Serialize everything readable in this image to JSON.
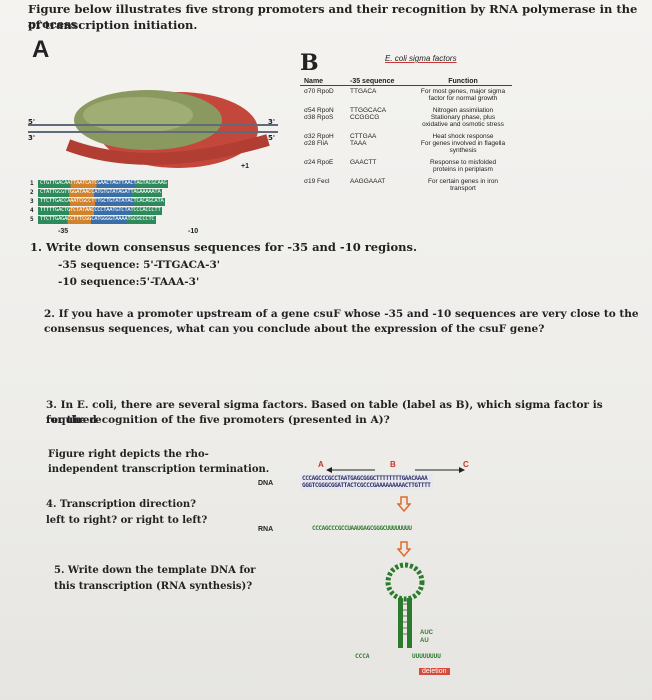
{
  "intro": {
    "line1": "Figure below illustrates five strong promoters and their recognition by RNA polymerase in the process",
    "line2": "of transcription initiation."
  },
  "panel_a": {
    "label": "A",
    "plus1": "+1",
    "ticks": [
      "-35",
      "-10"
    ],
    "promoters": [
      {
        "num": "1",
        "seq": "CTGTTGACAATTAATCATCGAACTAGTTAACTAGTACGCAAG"
      },
      {
        "num": "2",
        "seq": "CTATTGCGTTGGATAACCATGTGTATAGATTAGAAAAATA"
      },
      {
        "num": "3",
        "seq": "TTCTTGACCAAATCGCCTTTGCTGTATATACTCACAGCATA"
      },
      {
        "num": "4",
        "seq": "TTTTTGACTGTCTATAACCCCTAATGTCTATCCCACCCTT"
      },
      {
        "num": "5",
        "seq": "TTCTTGAGACCTTTCGGCATGGGGTAAAATGCGCCCTC"
      }
    ],
    "strand_5": "5'",
    "strand_3": "3'"
  },
  "panel_b": {
    "label": "B",
    "title": "E. coli sigma factors",
    "headers": [
      "Name",
      "-35 sequence",
      "Function"
    ],
    "rows": [
      {
        "name": "σ70 RpoD",
        "seq": "TTGACA",
        "func1": "For most genes, major sigma",
        "func2": "factor for normal growth"
      },
      {
        "name": "σ54 RpoN",
        "seq": "TTGGCACA",
        "func1": "Nitrogen assimilation",
        "func2": ""
      },
      {
        "name": "σ38 RpoS",
        "seq": "CCGGCG",
        "func1": "Stationary phase, plus",
        "func2": "oxidative and osmotic stress"
      },
      {
        "name": "σ32 RpoH",
        "seq": "CTTGAA",
        "func1": "Heat shock response",
        "func2": ""
      },
      {
        "name": "σ28 FliA",
        "seq": "TAAA",
        "func1": "For genes involved in flagella",
        "func2": "synthesis"
      },
      {
        "name": "σ24 RpoE",
        "seq": "GAACTT",
        "func1": "Response to misfolded",
        "func2": "proteins in periplasm"
      },
      {
        "name": "σ19 FecI",
        "seq": "AAGGAAAT",
        "func1": "For certain genes in iron",
        "func2": "transport"
      }
    ]
  },
  "q1": {
    "title": "1. Write down consensus sequences for -35 and -10 regions.",
    "ans35": "-35 sequence: 5'-TTGACA-3'",
    "ans10": "-10 sequence:5'-TAAA-3'"
  },
  "q2": {
    "line1": "2. If you have a promoter upstream of a gene csuF whose -35 and -10 sequences are very close to the",
    "line2": "consensus sequences, what can you conclude about the expression of the csuF gene?"
  },
  "q3": {
    "line1": "3. In E. coli, there are several sigma factors. Based on table (label as B), which sigma factor is required",
    "line2": "for the recognition of the five promoters (presented in A)?"
  },
  "fig_right": {
    "line1": "Figure right depicts the rho-",
    "line2": "independent transcription termination.",
    "label_a": "A",
    "label_b": "B",
    "label_c": "C",
    "dna_label": "DNA",
    "dna_top": "CCCAGCCCGCCTAATGAGCGGGCTTTTTTTTGAACAAAA",
    "dna_bot": "GGGTCGGGCGGATTACTCGCCCGAAAAAAAAACTTGTTTT",
    "rna_label": "RNA",
    "rna_seq": "CCCAGCCCGCCUAAUGAGCGGGCUUUUUUUU",
    "hairpin_left": "CCCA",
    "hairpin_tail": "UUUUUUUU",
    "auc": "AUC",
    "au": "AU",
    "deletion": "deletion"
  },
  "q4": {
    "line1": "4. Transcription direction?",
    "line2": "left to right? or right to left?"
  },
  "q5": {
    "line1": "5. Write down the template DNA for",
    "line2": "this transcription (RNA synthesis)?"
  }
}
